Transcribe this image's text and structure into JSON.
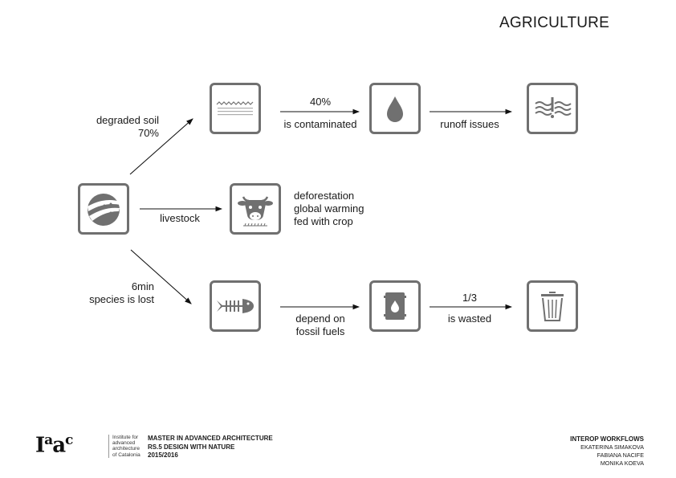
{
  "header": {
    "title": "AGRICULTURE"
  },
  "diagram": {
    "nodes": [
      {
        "id": "agriculture",
        "icon": "field-crops-icon"
      },
      {
        "id": "soil",
        "icon": "soil-layer-icon"
      },
      {
        "id": "water-drop",
        "icon": "water-drop-icon"
      },
      {
        "id": "water-warning",
        "icon": "water-warning-icon"
      },
      {
        "id": "cow",
        "icon": "cow-icon"
      },
      {
        "id": "fish-bone",
        "icon": "fish-bone-icon"
      },
      {
        "id": "oil-barrel",
        "icon": "oil-barrel-icon"
      },
      {
        "id": "trash",
        "icon": "trash-bin-icon"
      }
    ],
    "labels": {
      "degraded_soil": "degraded soil",
      "degraded_pct": "70%",
      "contaminated_pct": "40%",
      "contaminated": "is contaminated",
      "runoff": "runoff issues",
      "livestock": "livestock",
      "cow_effects": [
        "deforestation",
        "global warming",
        "fed with crop"
      ],
      "species_count": "6min",
      "species_lost": "species is lost",
      "depend_on": "depend on",
      "fossil_fuels": "fossil fuels",
      "wasted_fraction": "1/3",
      "wasted": "is wasted"
    }
  },
  "footer": {
    "logo_text": "Iaac",
    "institute": [
      "Institute for",
      "advanced",
      "architecture",
      "of Catalonia"
    ],
    "program": [
      "MASTER IN ADVANCED ARCHITECTURE",
      "RS.5 DESIGN WITH NATURE",
      "2015/2016"
    ],
    "course": "INTEROP WORKFLOWS",
    "authors": [
      "EKATERINA SIMAKOVA",
      "FABIANA NACIFE",
      "MONIKA KOEVA"
    ]
  }
}
